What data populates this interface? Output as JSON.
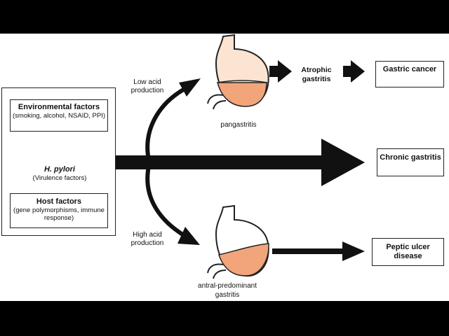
{
  "left_panel": {
    "environmental": {
      "title": "Environmental factors",
      "detail": "(smoking, alcohol, NSAID, PPI)"
    },
    "pathogen": {
      "name": "H. pylori",
      "detail": "(Virulence factors)"
    },
    "host": {
      "title": "Host factors",
      "detail": "(gene polymorphisms, immune response)"
    }
  },
  "branches": {
    "low_acid": "Low acid production",
    "high_acid": "High acid production"
  },
  "stomachs": {
    "top": "pangastritis",
    "bottom": "antral-predominant gastritis"
  },
  "intermediate": {
    "atrophic": "Atrophic gastritis"
  },
  "outcomes": {
    "gastric_cancer": "Gastric cancer",
    "chronic_gastritis": "Chronic gastritis",
    "peptic_ulcer": "Peptic ulcer disease"
  },
  "colors": {
    "stomach_upper": "#fbe4d2",
    "stomach_lower": "#f2a57a",
    "bacterium": "#4fb7e6",
    "letterbox": "#000000"
  }
}
